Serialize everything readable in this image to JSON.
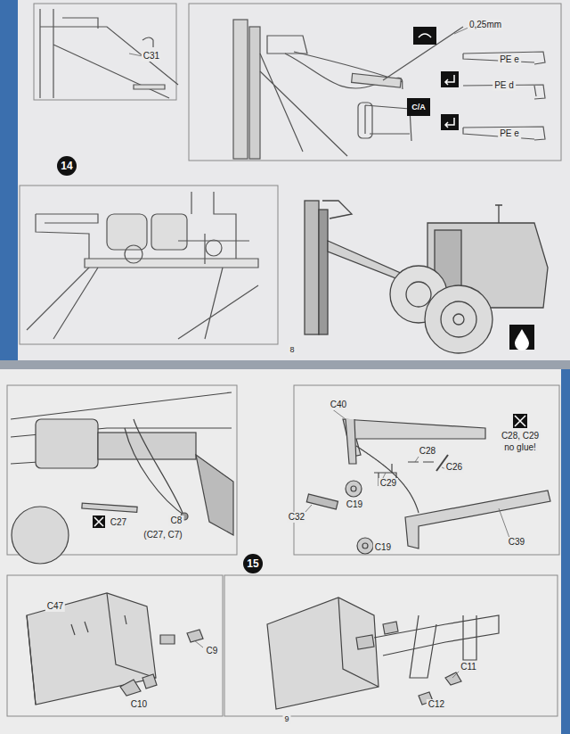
{
  "diagram": {
    "nodes": [
      {
        "text": [
          "C/A"
        ]
      },
      {
        "text": [
          "14"
        ]
      },
      {
        "text": [
          "15"
        ]
      }
    ],
    "labels": [
      "C31",
      "0,25mm",
      "PE e",
      "PE d",
      "PE e",
      "8",
      "C27",
      "C8",
      "(C27, C7)",
      "C40",
      "C28",
      "C26",
      "C28, C29",
      "no glue!",
      "C29",
      "C19",
      "C32",
      "C19",
      "C39",
      "C47",
      "C9",
      "C10",
      "C11",
      "C12",
      "9"
    ]
  }
}
